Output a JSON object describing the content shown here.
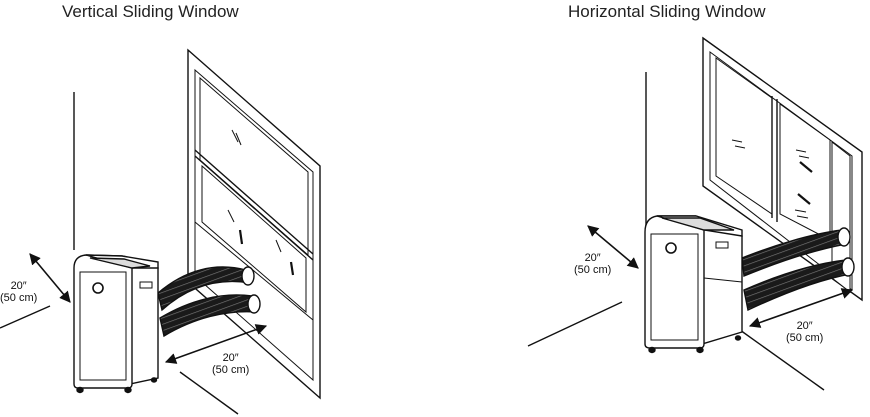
{
  "diagrams": [
    {
      "title": "Vertical Sliding Window",
      "measurements": [
        {
          "inches": "20″",
          "cm": "(50 cm)"
        },
        {
          "inches": "20″",
          "cm": "(50 cm)"
        }
      ]
    },
    {
      "title": "Horizontal Sliding Window",
      "measurements": [
        {
          "inches": "20″",
          "cm": "(50 cm)"
        },
        {
          "inches": "20″",
          "cm": "(50 cm)"
        }
      ]
    }
  ]
}
